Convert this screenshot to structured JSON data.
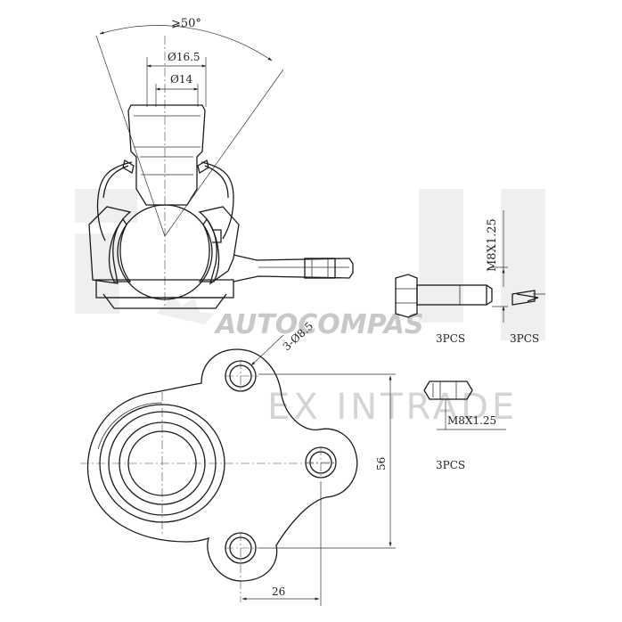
{
  "dimensions": {
    "angle": "⩾50°",
    "dia_outer": "Ø16.5",
    "dia_inner": "Ø14",
    "thread_label": "M8X1.25",
    "holes": "3-Ø8.5",
    "nut_thread": "M8X1.25",
    "height": "56",
    "width": "26"
  },
  "parts": {
    "bolt_qty": "3PCS",
    "washer_qty": "3PCS",
    "nut_qty": "3PCS"
  },
  "watermark": {
    "brand": "AUTOCOMPAS",
    "sub": "EX INTRADE"
  }
}
